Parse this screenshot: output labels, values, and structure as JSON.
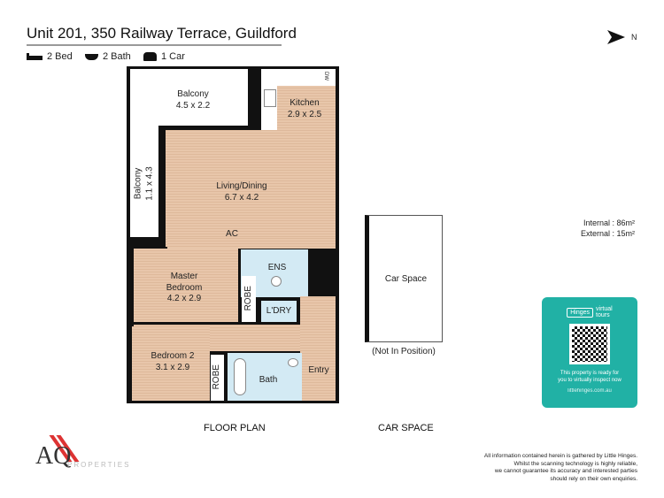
{
  "header": {
    "title": "Unit 201, 350 Railway Terrace, Guildford",
    "beds": "2 Bed",
    "baths": "2 Bath",
    "cars": "1 Car"
  },
  "compass": {
    "label": "N"
  },
  "rooms": {
    "balcony_top": {
      "name": "Balcony",
      "size": "4.5 x 2.2"
    },
    "balcony_side": {
      "name": "Balcony",
      "size": "1.1 x 4.3"
    },
    "kitchen": {
      "name": "Kitchen",
      "size": "2.9 x 2.5"
    },
    "living": {
      "name": "Living/Dining",
      "size": "6.7 x 4.2"
    },
    "master": {
      "name": "Master",
      "name2": "Bedroom",
      "size": "4.2 x 2.9"
    },
    "bed2": {
      "name": "Bedroom 2",
      "size": "3.1 x 2.9"
    },
    "ens": "ENS",
    "robe1": "ROBE",
    "robe2": "ROBE",
    "laundry": "L'DRY",
    "bath": "Bath",
    "entry": "Entry",
    "ac": "AC",
    "dw": "DW"
  },
  "car": {
    "label": "Car Space",
    "note": "(Not In Position)"
  },
  "captions": {
    "floor": "FLOOR PLAN",
    "car": "CAR SPACE"
  },
  "areas": {
    "internal_label": "Internal :",
    "internal": "86m²",
    "external_label": "External :",
    "external": "15m²"
  },
  "qr_card": {
    "brand": "Hinges",
    "tag1": "virtual",
    "tag2": "tours",
    "text1": "This property is ready for",
    "text2": "you to virtually inspect now",
    "url": "littlehinges.com.au",
    "color": "#21b1a5"
  },
  "logo": {
    "letters": "AQ",
    "word": "PROPERTIES"
  },
  "disclaimer": [
    "All information contained herein is gathered by Little Hinges.",
    "Whilst the scanning technology is highly reliable,",
    "we cannot guarantee its accuracy and interested parties",
    "should rely on their own enquiries."
  ]
}
